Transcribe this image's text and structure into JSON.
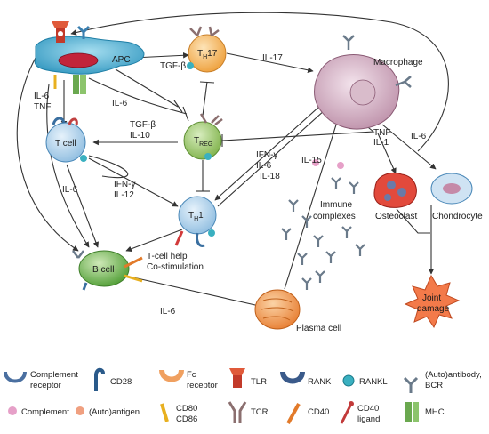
{
  "nodes": {
    "apc": "APC",
    "t_cell": "T cell",
    "th17": "T",
    "th17_sub": "H",
    "th17_num": "17",
    "treg": "T",
    "treg_sub": "REG",
    "th1": "T",
    "th1_sub": "H",
    "th1_num": "1",
    "b_cell": "B cell",
    "plasma_cell": "Plasma cell",
    "macrophage": "Macrophage",
    "osteoclast": "Osteoclast",
    "chondrocyte": "Chondrocyte",
    "joint_damage_1": "Joint",
    "joint_damage_2": "damage",
    "immune_complexes_1": "Immune",
    "immune_complexes_2": "complexes"
  },
  "labels": {
    "tgfb_top": "TGF-β",
    "il17": "IL-17",
    "il6_apc_1": "IL-6",
    "il6_apc_2": "TNF",
    "il6_mid": "IL-6",
    "tgfb_il10_1": "TGF-β",
    "tgfb_il10_2": "IL-10",
    "ifng_il12_1": "IFN-γ",
    "ifng_il12_2": "IL-12",
    "il6_left": "IL-6",
    "ifng_il6_il18_1": "IFN-γ",
    "ifng_il6_il18_2": "IL-6",
    "ifng_il6_il18_3": "IL-18",
    "il15": "IL-15",
    "tnf_il1_1": "TNF",
    "tnf_il1_2": "IL-1",
    "il6_right": "IL-6",
    "tcell_help_1": "T-cell help",
    "tcell_help_2": "Co-stimulation",
    "il6_bottom": "IL-6"
  },
  "legend": [
    {
      "icon": "complement-receptor-icon",
      "lines": [
        "Complement",
        "receptor"
      ]
    },
    {
      "icon": "cd28-icon",
      "lines": [
        "CD28"
      ]
    },
    {
      "icon": "fc-receptor-icon",
      "lines": [
        "Fc",
        "receptor"
      ]
    },
    {
      "icon": "tlr-icon",
      "lines": [
        "TLR"
      ]
    },
    {
      "icon": "rank-icon",
      "lines": [
        "RANK"
      ]
    },
    {
      "icon": "rankl-icon",
      "lines": [
        "RANKL"
      ]
    },
    {
      "icon": "autoantibody-icon",
      "lines": [
        "(Auto)antibody,",
        "BCR"
      ]
    },
    {
      "icon": "complement-icon",
      "lines": [
        "Complement"
      ]
    },
    {
      "icon": "autoantigen-icon",
      "lines": [
        "(Auto)antigen"
      ]
    },
    {
      "icon": "cd80-cd86-icon",
      "lines": [
        "CD80",
        "CD86"
      ]
    },
    {
      "icon": "tcr-icon",
      "lines": [
        "TCR"
      ]
    },
    {
      "icon": "cd40-icon",
      "lines": [
        "CD40"
      ]
    },
    {
      "icon": "cd40-ligand-icon",
      "lines": [
        "CD40",
        "ligand"
      ]
    },
    {
      "icon": "mhc-icon",
      "lines": [
        "MHC"
      ]
    }
  ],
  "colors": {
    "apc": "#3aa7c9",
    "tcell": "#9cc7e8",
    "th17": "#f2b25c",
    "treg": "#9bc96a",
    "bcell": "#6db84a",
    "plasma": "#f08a3c",
    "macrophage": "#c9a6b8",
    "osteoclast": "#e24a3c",
    "chondrocyte": "#b9d6ec",
    "joint": "#f37a4a",
    "arrow": "#333333"
  }
}
